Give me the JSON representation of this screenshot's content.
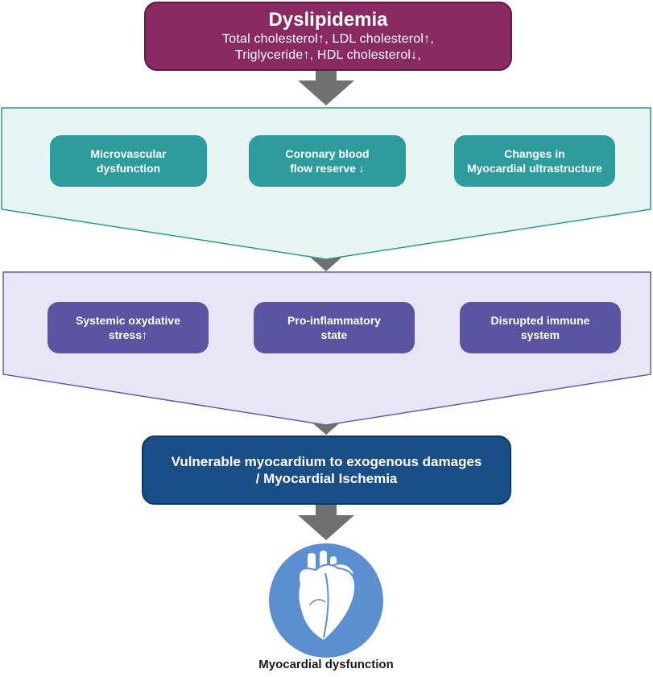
{
  "dyslipidemia": {
    "title": "Dyslipidemia",
    "line1": "Total cholesterol↑, LDL cholesterol↑,",
    "line2": "Triglyceride↑, HDL cholesterol↓,"
  },
  "vascular_effects": [
    {
      "line1": "Microvascular",
      "line2": "dysfunction"
    },
    {
      "line1": "Coronary blood",
      "line2": "flow reserve ↓"
    },
    {
      "line1": "Changes in",
      "line2": "Myocardial ultrastructure"
    }
  ],
  "systemic_effects": [
    {
      "line1": "Systemic oxydative",
      "line2": "stress↑"
    },
    {
      "line1": "Pro-inflammatory",
      "line2": "state"
    },
    {
      "line1": "Disrupted immune",
      "line2": "system"
    }
  ],
  "outcome": {
    "line1": "Vulnerable myocardium to exogenous damages",
    "line2": "/ Myocardial Ischemia"
  },
  "result": {
    "caption": "Myocardial dysfunction",
    "icon": "heart-icon"
  },
  "colors": {
    "dyslipidemia": "#8a2a63",
    "teal_panel": "#e6f4f2",
    "teal_box": "#2e9b9c",
    "purple_panel": "#e8e5f5",
    "purple_box": "#5b54a0",
    "outcome_box": "#1a4e86",
    "circle": "#5b8fd0",
    "arrow": "#707070"
  }
}
